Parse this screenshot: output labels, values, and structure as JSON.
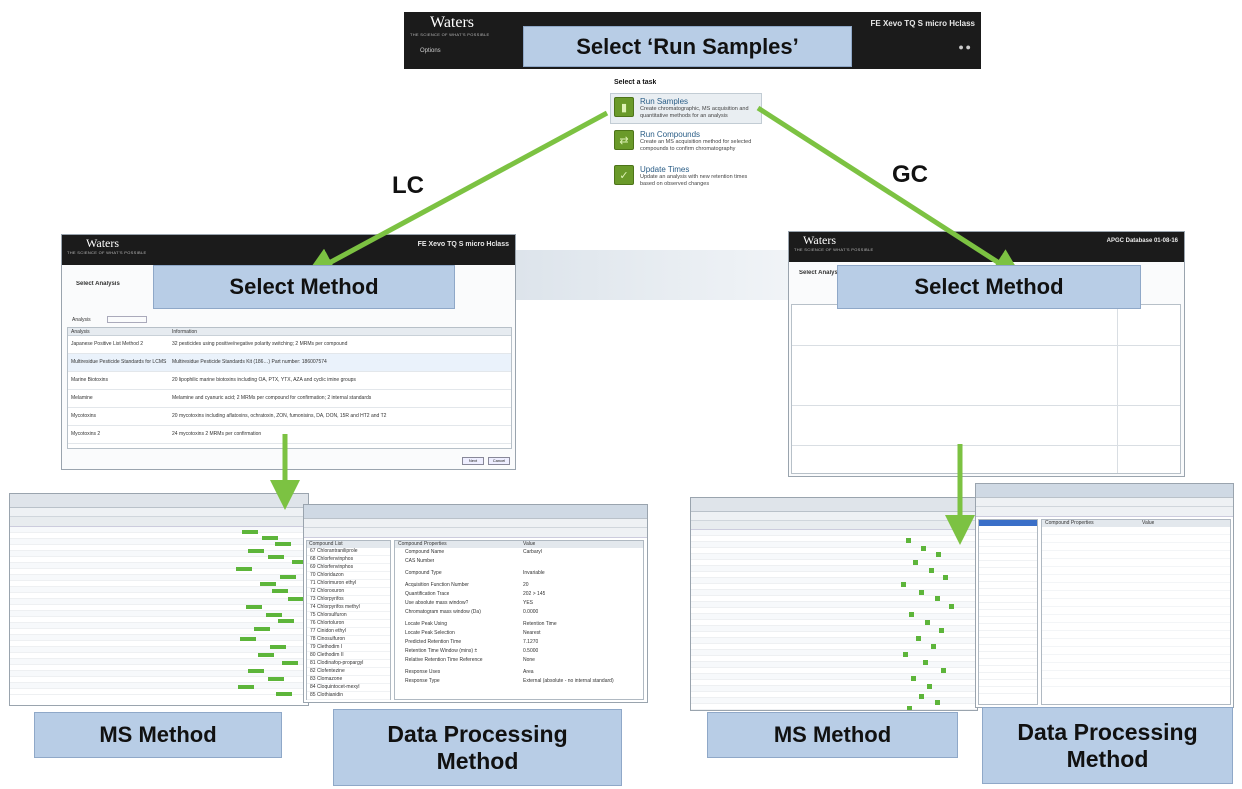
{
  "top": {
    "brand": "Waters",
    "tagline": "THE SCIENCE OF WHAT'S POSSIBLE",
    "product": "FE Xevo TQ S micro Hclass",
    "options": "Options",
    "label": "Select ‘Run Samples’"
  },
  "tasks": {
    "heading": "Select a task",
    "items": [
      {
        "title": "Run Samples",
        "desc": "Create chromatographic, MS acquisition and quantitative methods for an analysis"
      },
      {
        "title": "Run Compounds",
        "desc": "Create an MS acquisition method for selected compounds to confirm chromatography"
      },
      {
        "title": "Update Times",
        "desc": "Update an analysis with new retention times based on observed changes"
      }
    ]
  },
  "branches": {
    "lc": "LC",
    "gc": "GC"
  },
  "lc": {
    "brand": "Waters",
    "tagline": "THE SCIENCE OF WHAT'S POSSIBLE",
    "product": "FE Xevo TQ S micro Hclass",
    "select_label": "Select Method",
    "analysis_title": "Select Analysis",
    "analysis_field": "Analysis",
    "col_analysis": "Analysis",
    "col_information": "Information",
    "analyses": [
      {
        "name": "Japanese Positive List Method 2",
        "info": "32 pesticides using positive/negative polarity switching; 2 MRMs per compound"
      },
      {
        "name": "Multiresidue Pesticide Standards for LCMS",
        "info": "Multiresidue Pesticide Standards Kit (186…) Part number: 186007574"
      },
      {
        "name": "Marine Biotoxins",
        "info": "20 lipophilic marine biotoxins including OA, PTX, YTX, AZA and cyclic imine groups"
      },
      {
        "name": "Melamine",
        "info": "Melamine and cyanuric acid; 2 MRMs per compound for confirmation; 2 internal standards"
      },
      {
        "name": "Mycotoxins",
        "info": "20 mycotoxins including aflatoxins, ochratoxin, ZON, fumonisins, DA, DON, 15R and HT2 and T2"
      },
      {
        "name": "Mycotoxins 2",
        "info": "24 mycotoxins 2 MRMs per confirmation"
      }
    ],
    "btn_next": "Next",
    "btn_cancel": "Cancel",
    "ms_label": "MS Method",
    "dp_label_1": "Data Processing",
    "dp_label_2": "Method",
    "compound_list_title": "Compound List",
    "compounds": [
      "67 Chlorantraniliprole",
      "68 Chlorfenvinphos",
      "69 Chlorfenvinphos",
      "70 Chloridazon",
      "71 Chlorimuron ethyl",
      "72 Chloroxuron",
      "73 Chlorpyrifos",
      "74 Chlorpyrifos methyl",
      "75 Chlorsulfuron",
      "76 Chlortoluron",
      "77 Cinidon ethyl",
      "78 Cinosulfuron",
      "79 Clethodim I",
      "80 Clethodim II",
      "81 Clodinafop-propargyl",
      "82 Clofentezine",
      "83 Clomazone",
      "84 Cloquintocet-mexyl",
      "85 Clothianidin"
    ],
    "props_col1": "Compound Properties",
    "props_col2": "Value",
    "props": [
      [
        "Compound Name",
        "Carbaryl"
      ],
      [
        "CAS Number",
        ""
      ],
      [
        "Compound Type",
        "Invariable"
      ],
      [
        "Acquisition Function Number",
        "20"
      ],
      [
        "Quantification Trace",
        "202 > 145"
      ],
      [
        "Use absolute mass window?",
        "YES"
      ],
      [
        "Chromatogram mass window (Da)",
        "0.0000"
      ],
      [
        "Locate Peak Using",
        "Retention Time"
      ],
      [
        "Locate Peak Selection",
        "Nearest"
      ],
      [
        "Predicted Retention Time",
        "7.1270"
      ],
      [
        "Retention Time Window (mins) ±",
        "0.5000"
      ],
      [
        "Relative Retention Time Reference",
        "None"
      ],
      [
        "Response Uses",
        "Area"
      ],
      [
        "Response Type",
        "External (absolute - no internal standard)"
      ]
    ]
  },
  "gc": {
    "brand": "Waters",
    "tagline": "THE SCIENCE OF WHAT'S POSSIBLE",
    "product": "APGC Database 01-08-16",
    "select_label": "Select Method",
    "analysis_title": "Select Analysis",
    "ms_label": "MS Method",
    "dp_label_1": "Data Processing",
    "dp_label_2": "Method",
    "props_col1": "Compound Properties",
    "props_col2": "Value"
  },
  "colors": {
    "label_bg": "#b8cde6",
    "arrow": "#7cc242",
    "header_bg": "#1b1b1b",
    "marker": "#5db53a"
  }
}
